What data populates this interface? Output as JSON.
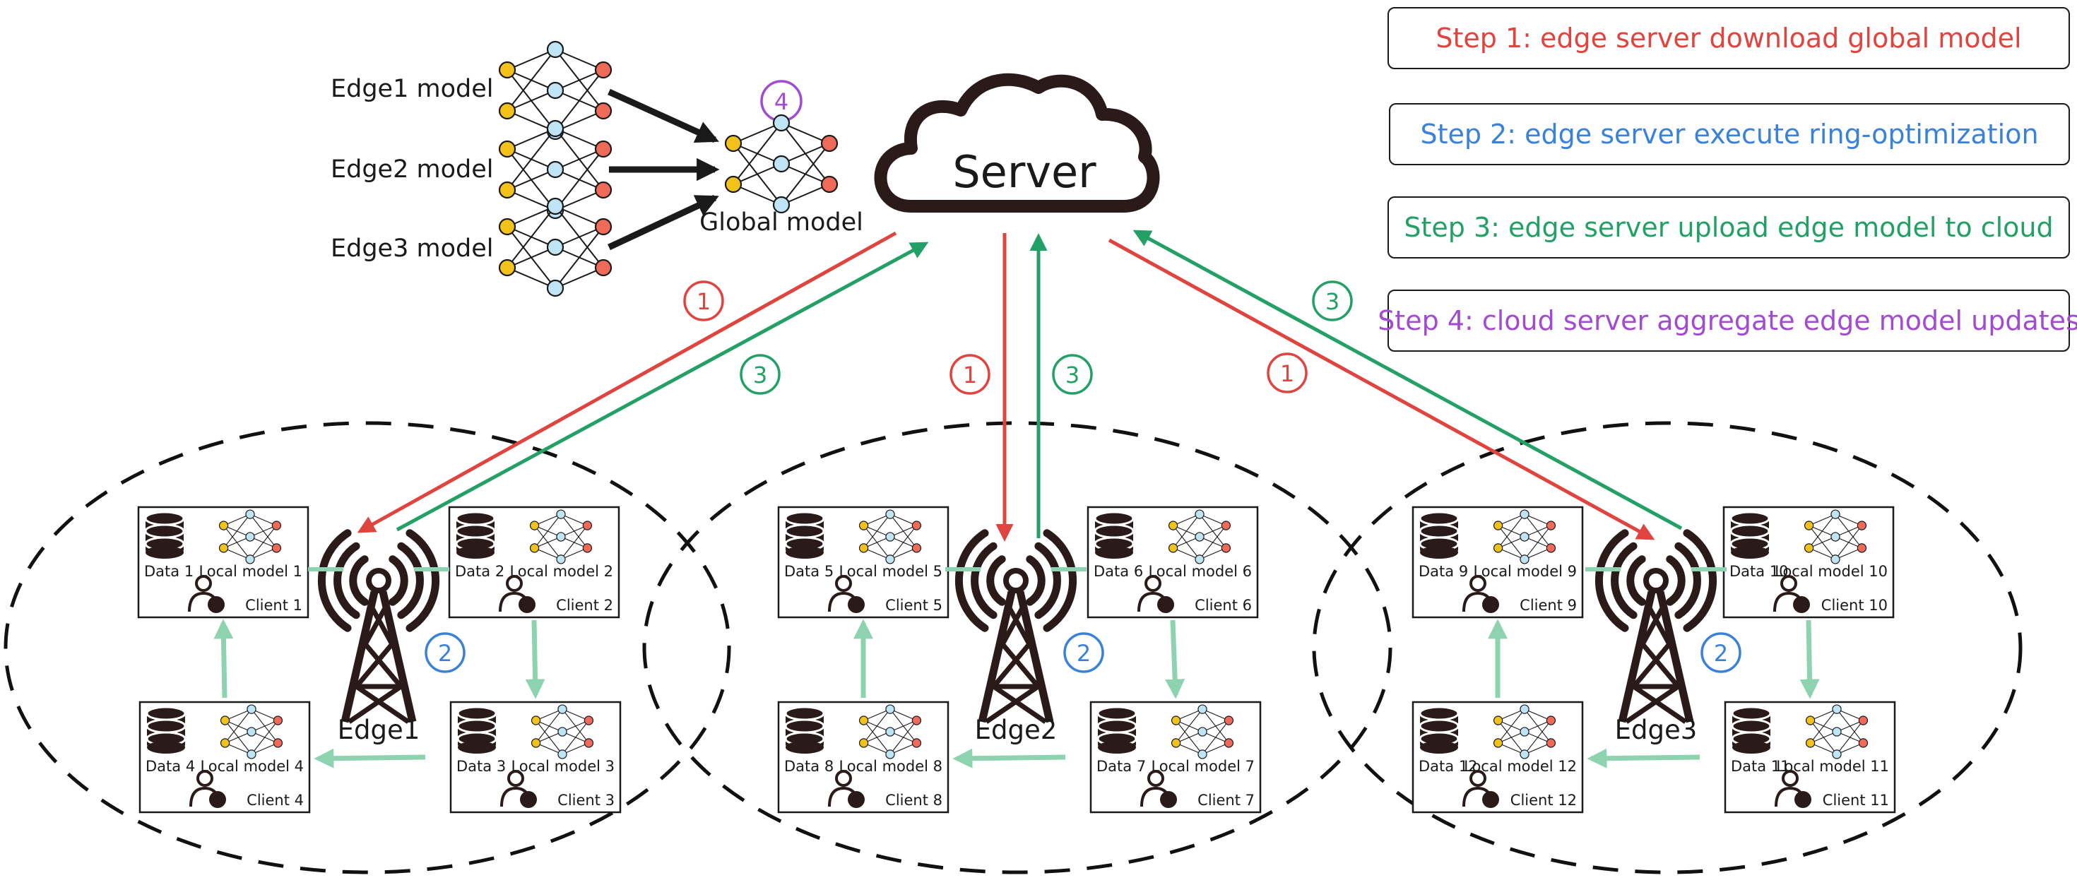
{
  "steps": [
    {
      "label": "Step 1: edge server download global model",
      "color": "#e0443e"
    },
    {
      "label": "Step 2: edge server execute ring-optimization",
      "color": "#3a82d8"
    },
    {
      "label": "Step 3: edge server upload edge model to cloud",
      "color": "#22a065"
    },
    {
      "label": "Step 4: cloud server aggregate edge model updates",
      "color": "#a24bd0"
    }
  ],
  "legend": {
    "edge_models": [
      "Edge1 model",
      "Edge2 model",
      "Edge3 model"
    ],
    "global_model": "Global model",
    "step_marker": "4"
  },
  "server": {
    "label": "Server"
  },
  "markers": {
    "step1": "1",
    "step2": "2",
    "step3": "3"
  },
  "edges": [
    {
      "label": "Edge1",
      "clients": [
        {
          "data": "Data 1",
          "model": "Local model 1",
          "client": "Client 1"
        },
        {
          "data": "Data 2",
          "model": "Local model 2",
          "client": "Client 2"
        },
        {
          "data": "Data 3",
          "model": "Local model 3",
          "client": "Client 3"
        },
        {
          "data": "Data 4",
          "model": "Local model 4",
          "client": "Client 4"
        }
      ]
    },
    {
      "label": "Edge2",
      "clients": [
        {
          "data": "Data 5",
          "model": "Local model 5",
          "client": "Client 5"
        },
        {
          "data": "Data 6",
          "model": "Local model 6",
          "client": "Client 6"
        },
        {
          "data": "Data 7",
          "model": "Local model 7",
          "client": "Client 7"
        },
        {
          "data": "Data 8",
          "model": "Local model 8",
          "client": "Client 8"
        }
      ]
    },
    {
      "label": "Edge3",
      "clients": [
        {
          "data": "Data 9",
          "model": "Local model 9",
          "client": "Client 9"
        },
        {
          "data": "Data 10",
          "model": "Local model 10",
          "client": "Client 10"
        },
        {
          "data": "Data 11",
          "model": "Local model 11",
          "client": "Client 11"
        },
        {
          "data": "Data 12",
          "model": "Local model 12",
          "client": "Client 12"
        }
      ]
    }
  ],
  "colors": {
    "download": "#e0443e",
    "ring": "#3a82d8",
    "upload": "#22a065",
    "aggregate": "#a24bd0",
    "ring_arrow": "#8ed3b0",
    "dark": "#2a1a1a",
    "node_input": "#f2c21b",
    "node_hidden": "#bfe4f5",
    "node_output": "#f06a5a"
  }
}
